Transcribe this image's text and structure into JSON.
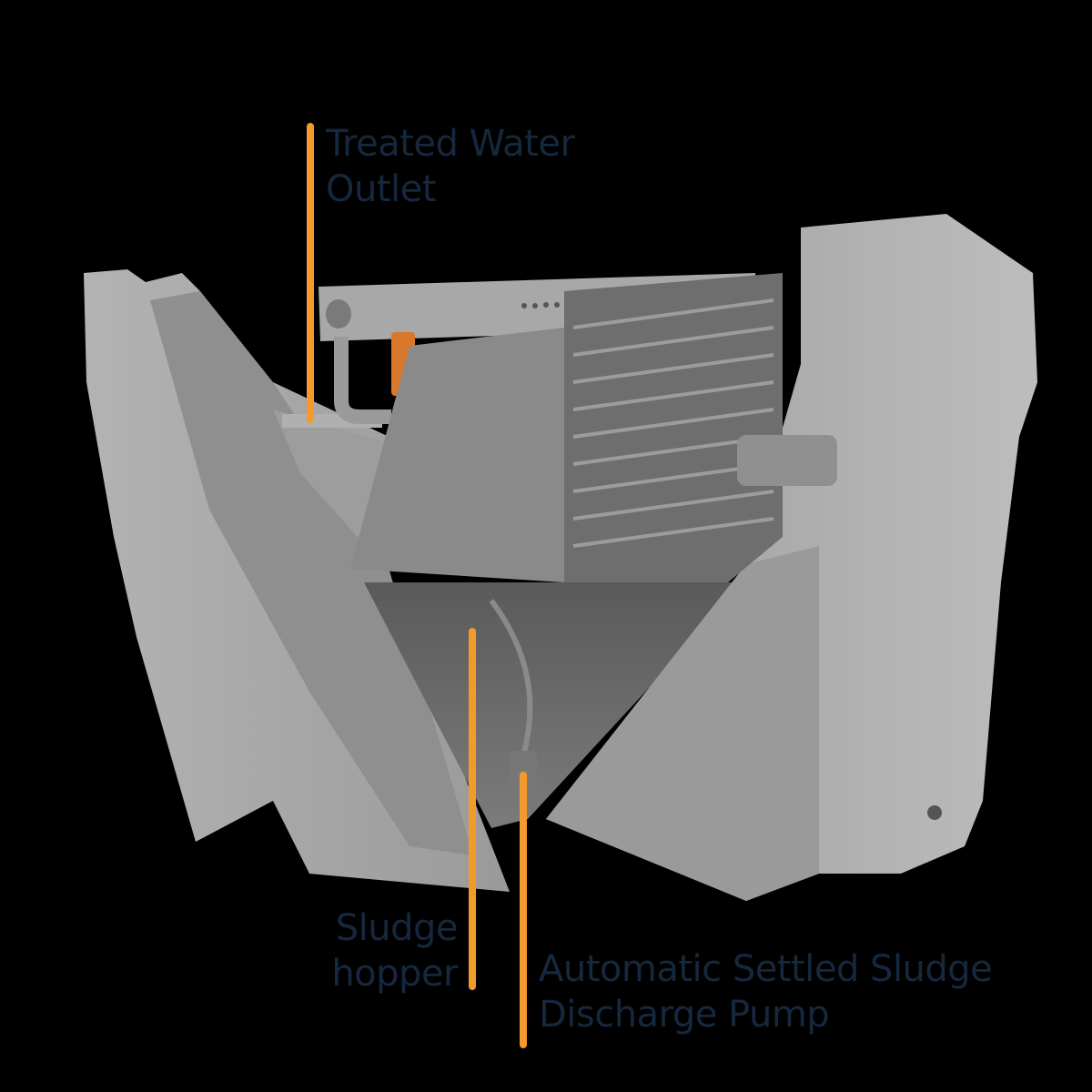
{
  "diagram": {
    "subject": "Settling tank cutaway",
    "colors": {
      "background": "#000000",
      "label_text": "#16283d",
      "leader_line": "#f39a2c",
      "body_light": "#a9a9a9",
      "body_mid": "#8e8e8e",
      "body_dark": "#6a6a6a",
      "accent_orange": "#d9772b"
    },
    "labels": [
      {
        "id": "treated-water-outlet",
        "line1": "Treated Water",
        "line2": "Outlet"
      },
      {
        "id": "sludge-hopper",
        "line1": "Sludge",
        "line2": "hopper"
      },
      {
        "id": "discharge-pump",
        "line1": "Automatic Settled Sludge",
        "line2": "Discharge Pump"
      }
    ]
  }
}
